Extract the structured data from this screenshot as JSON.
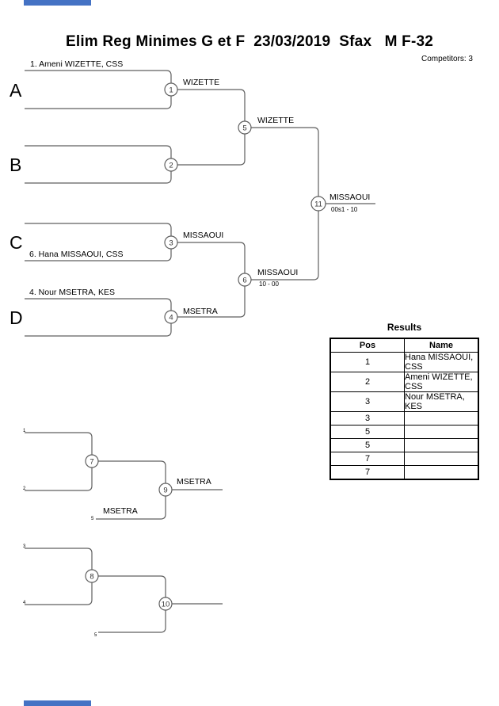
{
  "page": {
    "title": "Elim Reg Minimes G et F  23/03/2019  Sfax   M F-32",
    "competitors_label": "Competitors: 3",
    "accent_color": "#4472c4",
    "line_color": "#5f5f5f"
  },
  "bracket": {
    "letters": [
      "A",
      "B",
      "C",
      "D"
    ],
    "seeds": {
      "a": "1. Ameni WIZETTE, CSS",
      "c": "6. Hana MISSAOUI, CSS",
      "d": "4. Nour MSETRA, KES"
    },
    "matches": {
      "m1": {
        "num": "1",
        "winner": "WIZETTE"
      },
      "m2": {
        "num": "2"
      },
      "m3": {
        "num": "3",
        "winner": "MISSAOUI"
      },
      "m4": {
        "num": "4",
        "winner": "MSETRA"
      },
      "m5": {
        "num": "5",
        "winner": "WIZETTE"
      },
      "m6": {
        "num": "6",
        "winner": "MISSAOUI",
        "score": "10 - 00"
      },
      "m11": {
        "num": "11",
        "winner": "MISSAOUI",
        "score": "00s1 - 10"
      },
      "m7": {
        "num": "7"
      },
      "m8": {
        "num": "8"
      },
      "m9": {
        "num": "9",
        "winner": "MSETRA",
        "entrant": "MSETRA"
      },
      "m10": {
        "num": "10"
      }
    },
    "position_digits": {
      "p1": "1",
      "p2": "2",
      "p3": "3",
      "p4": "4",
      "p5a": "5",
      "p5b": "5"
    }
  },
  "results": {
    "title": "Results",
    "columns": [
      "Pos",
      "Name"
    ],
    "rows": [
      {
        "pos": "1",
        "name": "Hana MISSAOUI, CSS"
      },
      {
        "pos": "2",
        "name": "Ameni WIZETTE, CSS"
      },
      {
        "pos": "3",
        "name": "Nour MSETRA, KES"
      },
      {
        "pos": "3",
        "name": ""
      },
      {
        "pos": "5",
        "name": ""
      },
      {
        "pos": "5",
        "name": ""
      },
      {
        "pos": "7",
        "name": ""
      },
      {
        "pos": "7",
        "name": ""
      }
    ]
  }
}
